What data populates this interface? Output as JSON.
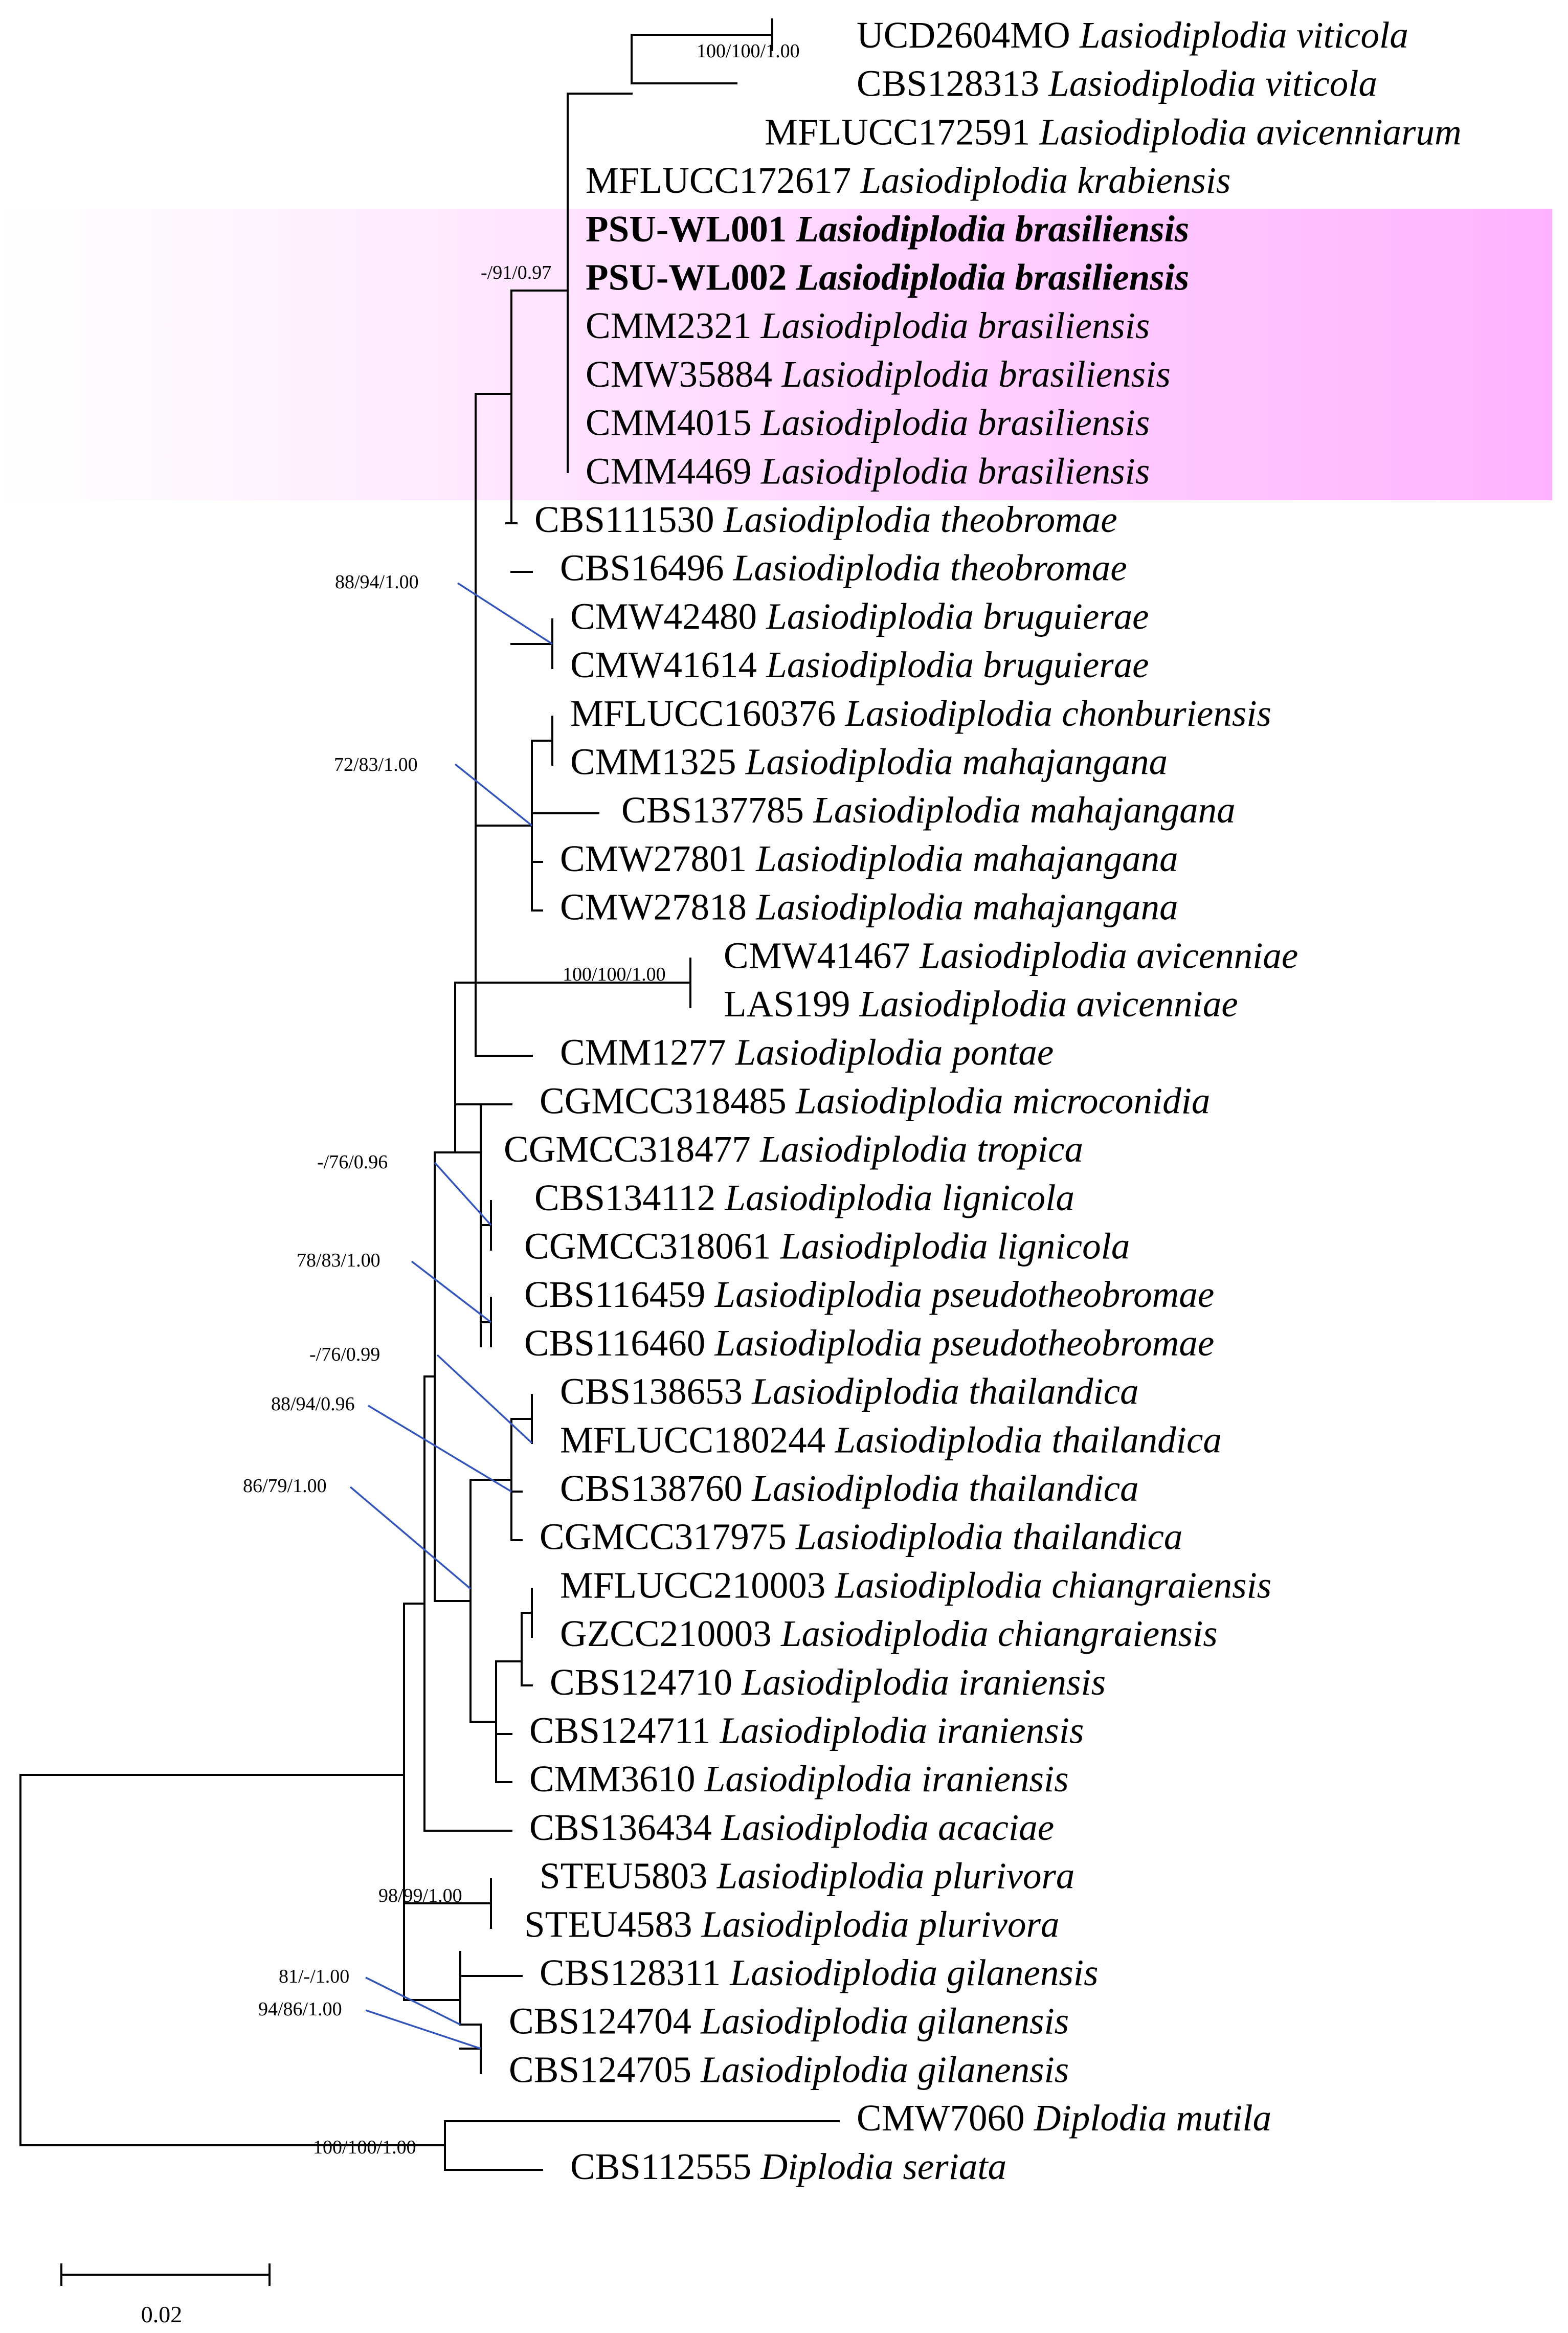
{
  "highlight": {
    "color_from": "#ffffff",
    "color_to": "#ffb3ff"
  },
  "taxa": [
    {
      "code": "UCD2604MO",
      "species": "Lasiodiplodia viticola",
      "bold": false
    },
    {
      "code": "CBS128313",
      "species": "Lasiodiplodia viticola",
      "bold": false
    },
    {
      "code": "MFLUCC172591",
      "species": "Lasiodiplodia avicenniarum",
      "bold": false
    },
    {
      "code": "MFLUCC172617",
      "species": "Lasiodiplodia krabiensis",
      "bold": false
    },
    {
      "code": "PSU-WL001",
      "species": "Lasiodiplodia brasiliensis",
      "bold": true
    },
    {
      "code": "PSU-WL002",
      "species": "Lasiodiplodia brasiliensis",
      "bold": true
    },
    {
      "code": "CMM2321",
      "species": "Lasiodiplodia brasiliensis",
      "bold": false
    },
    {
      "code": "CMW35884",
      "species": "Lasiodiplodia brasiliensis",
      "bold": false
    },
    {
      "code": "CMM4015",
      "species": "Lasiodiplodia brasiliensis",
      "bold": false
    },
    {
      "code": "CMM4469",
      "species": "Lasiodiplodia brasiliensis",
      "bold": false
    },
    {
      "code": "CBS111530",
      "species": "Lasiodiplodia theobromae",
      "bold": false
    },
    {
      "code": "CBS16496",
      "species": "Lasiodiplodia theobromae",
      "bold": false
    },
    {
      "code": "CMW42480",
      "species": "Lasiodiplodia bruguierae",
      "bold": false
    },
    {
      "code": "CMW41614",
      "species": "Lasiodiplodia bruguierae",
      "bold": false
    },
    {
      "code": "MFLUCC160376",
      "species": "Lasiodiplodia chonburiensis",
      "bold": false
    },
    {
      "code": "CMM1325",
      "species": "Lasiodiplodia mahajangana",
      "bold": false
    },
    {
      "code": "CBS137785",
      "species": "Lasiodiplodia mahajangana",
      "bold": false
    },
    {
      "code": "CMW27801",
      "species": "Lasiodiplodia mahajangana",
      "bold": false
    },
    {
      "code": "CMW27818",
      "species": "Lasiodiplodia mahajangana",
      "bold": false
    },
    {
      "code": "CMW41467",
      "species": "Lasiodiplodia avicenniae",
      "bold": false
    },
    {
      "code": "LAS199",
      "species": "Lasiodiplodia avicenniae",
      "bold": false
    },
    {
      "code": "CMM1277",
      "species": "Lasiodiplodia pontae",
      "bold": false
    },
    {
      "code": "CGMCC318485",
      "species": "Lasiodiplodia microconidia",
      "bold": false
    },
    {
      "code": "CGMCC318477",
      "species": "Lasiodiplodia tropica",
      "bold": false
    },
    {
      "code": "CBS134112",
      "species": "Lasiodiplodia lignicola",
      "bold": false
    },
    {
      "code": "CGMCC318061",
      "species": "Lasiodiplodia lignicola",
      "bold": false
    },
    {
      "code": "CBS116459",
      "species": "Lasiodiplodia pseudotheobromae",
      "bold": false
    },
    {
      "code": "CBS116460",
      "species": "Lasiodiplodia pseudotheobromae",
      "bold": false
    },
    {
      "code": "CBS138653",
      "species": "Lasiodiplodia thailandica",
      "bold": false
    },
    {
      "code": "MFLUCC180244",
      "species": "Lasiodiplodia thailandica",
      "bold": false
    },
    {
      "code": "CBS138760",
      "species": "Lasiodiplodia thailandica",
      "bold": false
    },
    {
      "code": "CGMCC317975",
      "species": "Lasiodiplodia thailandica",
      "bold": false
    },
    {
      "code": "MFLUCC210003",
      "species": "Lasiodiplodia chiangraiensis",
      "bold": false
    },
    {
      "code": "GZCC210003",
      "species": "Lasiodiplodia chiangraiensis",
      "bold": false
    },
    {
      "code": "CBS124710",
      "species": "Lasiodiplodia iraniensis",
      "bold": false
    },
    {
      "code": "CBS124711",
      "species": "Lasiodiplodia iraniensis",
      "bold": false
    },
    {
      "code": "CMM3610",
      "species": "Lasiodiplodia iraniensis",
      "bold": false
    },
    {
      "code": "CBS136434",
      "species": "Lasiodiplodia acaciae",
      "bold": false
    },
    {
      "code": "STEU5803",
      "species": "Lasiodiplodia plurivora",
      "bold": false
    },
    {
      "code": "STEU4583",
      "species": "Lasiodiplodia plurivora",
      "bold": false
    },
    {
      "code": "CBS128311",
      "species": "Lasiodiplodia gilanensis",
      "bold": false
    },
    {
      "code": "CBS124704",
      "species": "Lasiodiplodia gilanensis",
      "bold": false
    },
    {
      "code": "CBS124705",
      "species": "Lasiodiplodia gilanensis",
      "bold": false
    },
    {
      "code": "CMW7060",
      "species": "Diplodia mutila",
      "bold": false
    },
    {
      "code": "CBS112555",
      "species": "Diplodia seriata",
      "bold": false
    }
  ],
  "support_values": [
    "100/100/1.00",
    "-/91/0.97",
    "88/94/1.00",
    "72/83/1.00",
    "100/100/1.00",
    "-/76/0.96",
    "78/83/1.00",
    "-/76/0.99",
    "88/94/0.96",
    "86/79/1.00",
    "98/99/1.00",
    "81/-/1.00",
    "94/86/1.00",
    "100/100/1.00"
  ],
  "scale_bar": {
    "label": "0.02"
  }
}
